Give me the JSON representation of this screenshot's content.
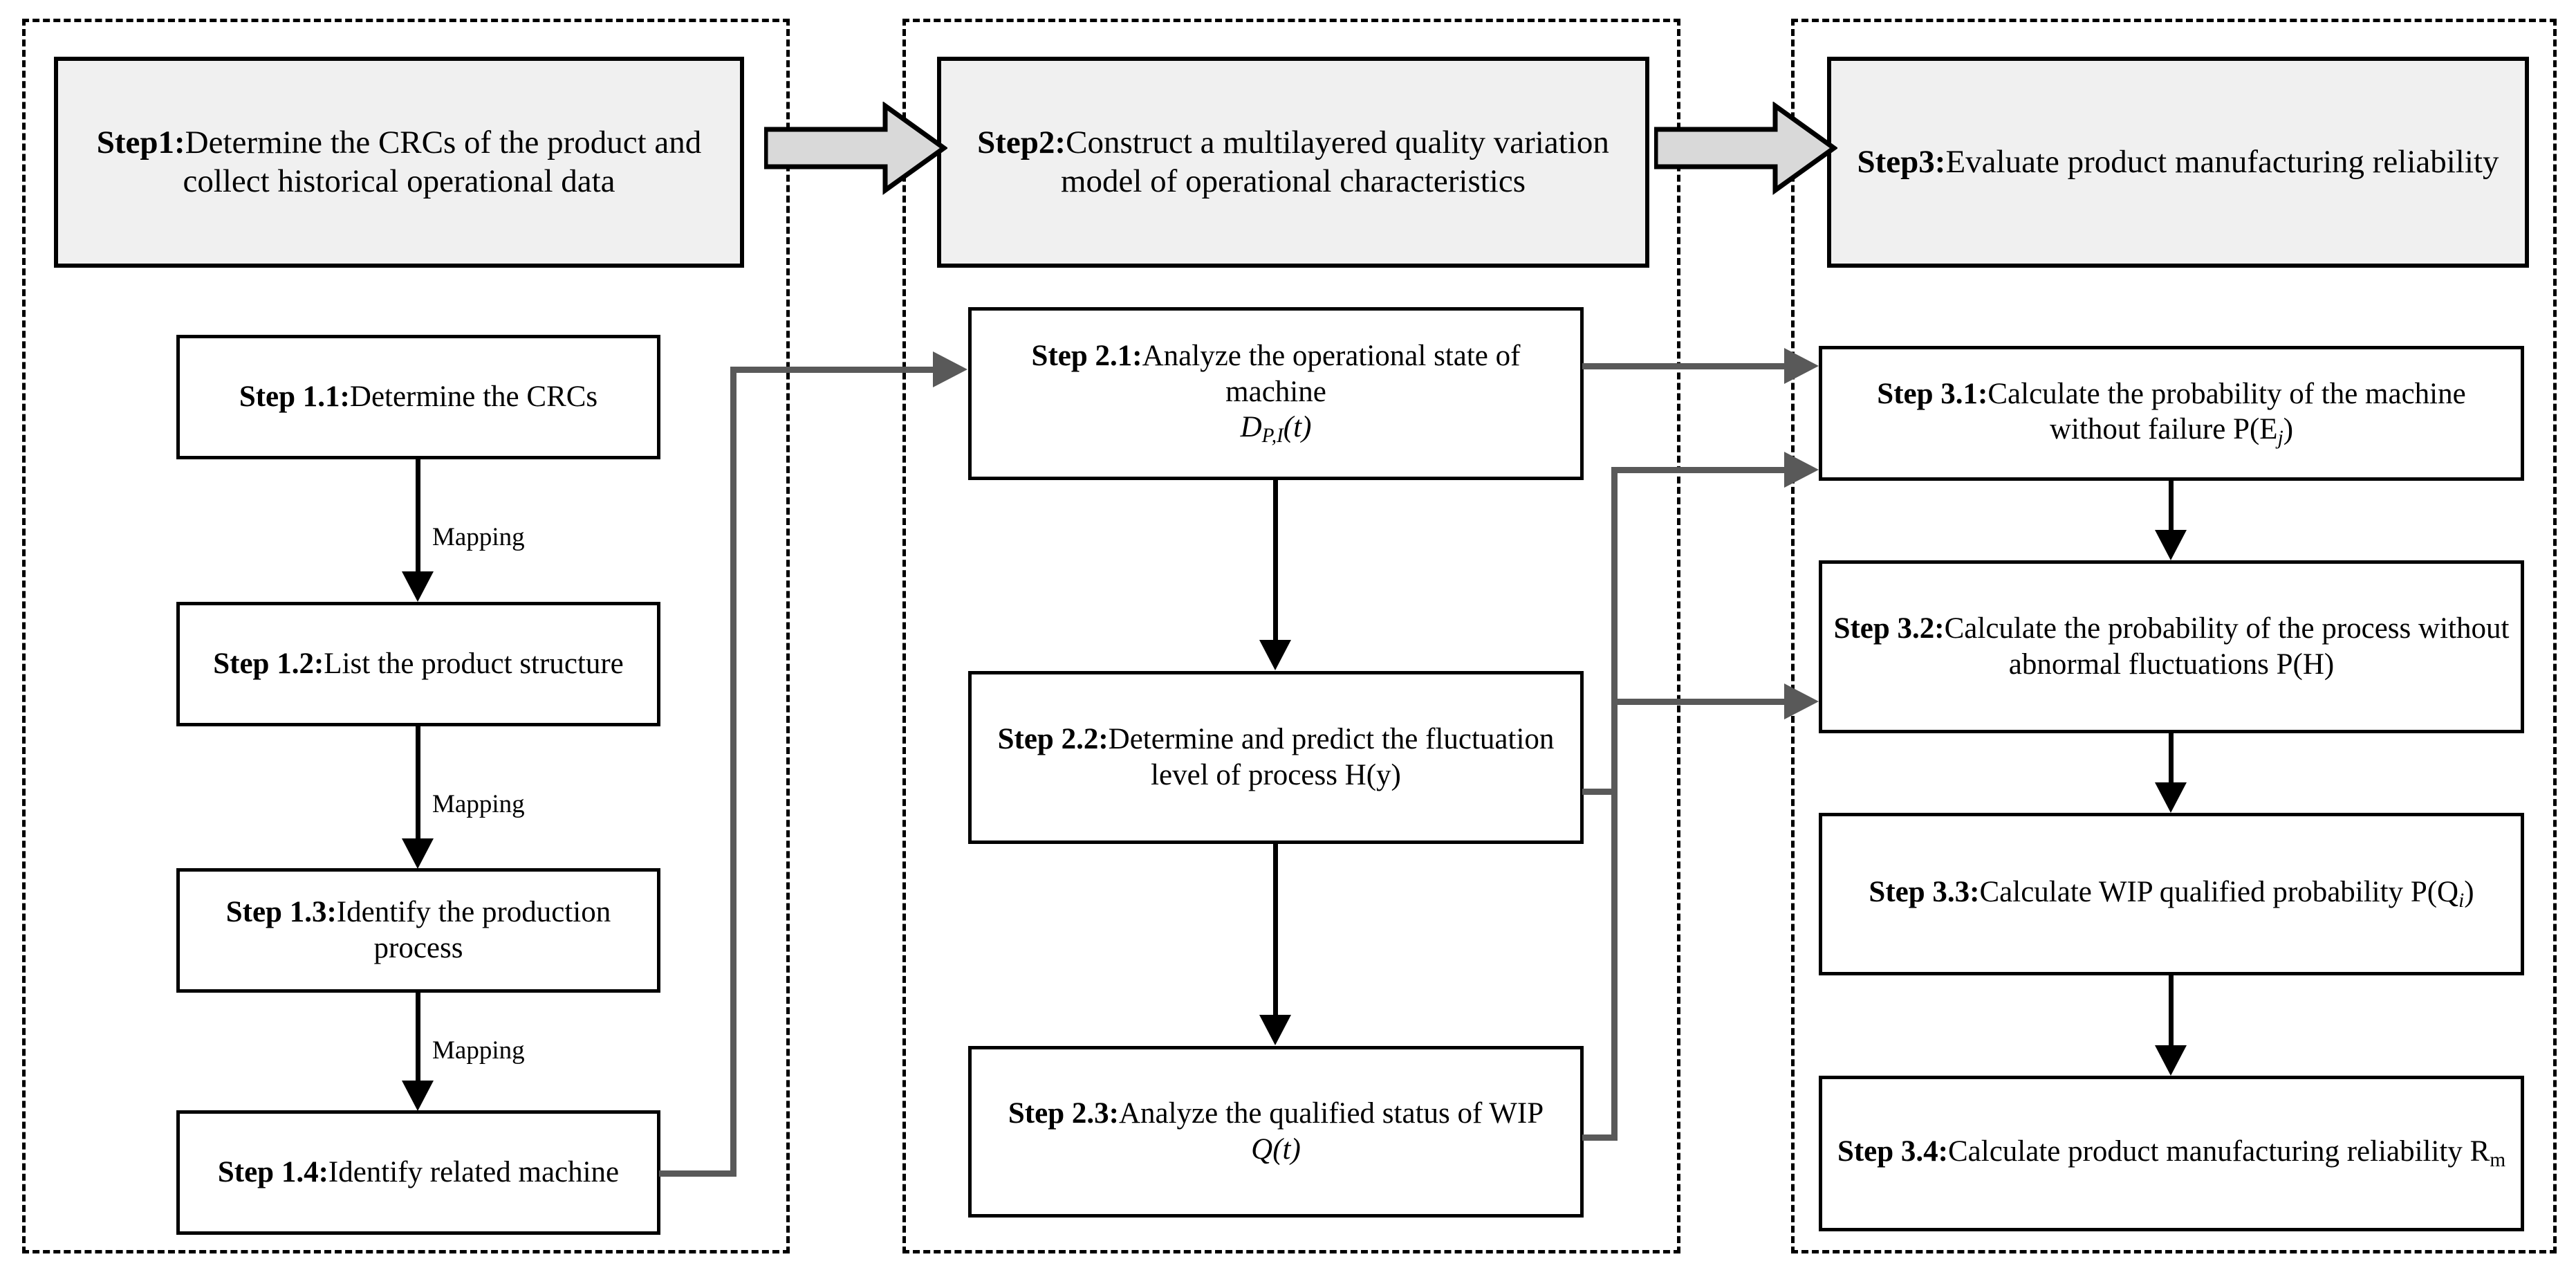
{
  "diagram": {
    "title": "Product manufacturing reliability evaluation framework",
    "type": "three-stage flowchart",
    "colors": {
      "stage_header_fill": "#f0f0f0",
      "box_fill": "#ffffff",
      "stroke": "#000000",
      "cross_lane_connector": "#595959",
      "block_arrow_fill": "#d9d9d9"
    }
  },
  "stages": [
    {
      "id": "step1",
      "header": {
        "lead": "Step1:",
        "text": "Determine the CRCs of the product and collect historical operational data"
      },
      "steps": [
        {
          "id": "step1-1",
          "lead": "Step 1.1:",
          "text": "Determine the CRCs"
        },
        {
          "id": "step1-2",
          "lead": "Step 1.2:",
          "text": "List the product structure"
        },
        {
          "id": "step1-3",
          "lead": "Step 1.3:",
          "text": "Identify the production process"
        },
        {
          "id": "step1-4",
          "lead": "Step 1.4:",
          "text": "Identify related machine"
        }
      ],
      "edge_labels": [
        "Mapping",
        "Mapping",
        "Mapping"
      ]
    },
    {
      "id": "step2",
      "header": {
        "lead": "Step2:",
        "text": "Construct a multilayered quality variation model of operational characteristics"
      },
      "steps": [
        {
          "id": "step2-1",
          "lead": "Step 2.1:",
          "text": "Analyze the operational state of machine",
          "formula": "D_{P,I}(t)"
        },
        {
          "id": "step2-2",
          "lead": "Step 2.2:",
          "text": "Determine and predict the fluctuation level of process H(y)"
        },
        {
          "id": "step2-3",
          "lead": "Step 2.3:",
          "text": "Analyze the qualified status of WIP Q(t)"
        }
      ]
    },
    {
      "id": "step3",
      "header": {
        "lead": "Step3:",
        "text": "Evaluate product manufacturing reliability"
      },
      "steps": [
        {
          "id": "step3-1",
          "lead": "Step 3.1:",
          "text": "Calculate the probability of the machine without failure P(Ej)"
        },
        {
          "id": "step3-2",
          "lead": "Step 3.2:",
          "text": "Calculate the probability of the process  without abnormal fluctuations P(H)"
        },
        {
          "id": "step3-3",
          "lead": "Step 3.3:",
          "text": "Calculate WIP qualified probability P(Qi)"
        },
        {
          "id": "step3-4",
          "lead": "Step 3.4:",
          "text": "Calculate product manufacturing reliability Rm"
        }
      ]
    }
  ],
  "labels": {
    "mapping": "Mapping",
    "step1_header_lead": "Step1:",
    "step1_header_rest": "Determine the CRCs of the product and collect historical operational data",
    "step2_header_lead": "Step2:",
    "step2_header_rest": "Construct a multilayered quality variation model of operational characteristics",
    "step3_header_lead": "Step3:",
    "step3_header_rest": "Evaluate product manufacturing reliability",
    "s11_lead": "Step 1.1:",
    "s11_rest": "Determine the CRCs",
    "s12_lead": "Step 1.2:",
    "s12_rest": "List the product structure",
    "s13_lead": "Step 1.3:",
    "s13_rest": "Identify the production process",
    "s14_lead": "Step 1.4:",
    "s14_rest": "Identify related machine",
    "s21_lead": "Step 2.1:",
    "s21_rest": "Analyze the operational state of machine",
    "s21_D": "D",
    "s21_sub": "P,I",
    "s21_tail": "(t)",
    "s22_lead": "Step 2.2:",
    "s22_rest": "Determine and predict the fluctuation level of process H(y)",
    "s23_lead": "Step 2.3:",
    "s23_rest": "Analyze the qualified status of WIP ",
    "s23_Q": "Q(t)",
    "s31_lead": "Step 3.1:",
    "s31_rest": "Calculate the probability of the machine without failure P(E",
    "s31_sub": "j",
    "s31_tail": ")",
    "s32_lead": "Step 3.2:",
    "s32_rest": "Calculate the probability of the process  without abnormal fluctuations P(H)",
    "s33_lead": "Step 3.3:",
    "s33_rest": "Calculate WIP qualified probability P(Q",
    "s33_sub": "i",
    "s33_tail": ")",
    "s34_lead": "Step 3.4:",
    "s34_rest": "Calculate product manufacturing reliability R",
    "s34_sub": "m"
  }
}
